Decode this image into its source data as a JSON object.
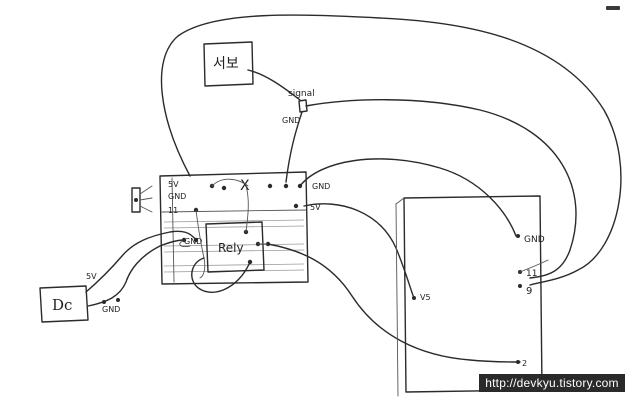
{
  "diagram": {
    "labels": {
      "servo": "서보",
      "signal": "signal",
      "gnd_servo": "GND",
      "left_5v": "5V",
      "left_gnd": "GND",
      "left_11": "11",
      "board_gnd_top": "GND",
      "board_5v": "5V",
      "relay": "Rely",
      "relay_gnd": "GND",
      "dc": "Dc",
      "dc_5v": "5V",
      "dc_gnd": "GND",
      "arduino_gnd": "GND",
      "arduino_11": "11",
      "arduino_9": "9",
      "arduino_v5": "V5",
      "arduino_2": "2",
      "cross_mark": "X"
    },
    "watermark": "http://devkyu.tistory.com"
  }
}
